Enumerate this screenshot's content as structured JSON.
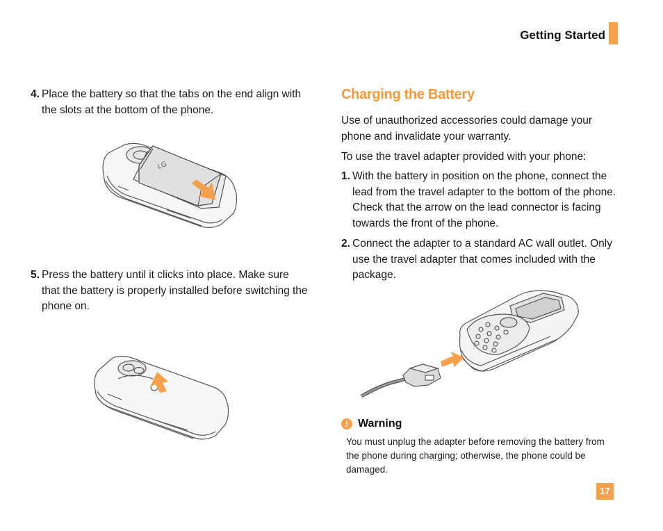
{
  "header": {
    "section": "Getting Started"
  },
  "left_column": {
    "step4_num": "4.",
    "step4_text": "Place the battery so that the tabs on the end align with the slots at the bottom of the phone.",
    "step5_num": "5.",
    "step5_text": "Press the battery until it clicks into place. Make sure that the battery is properly installed before switching the phone on.",
    "battery_logo": "LG"
  },
  "right_column": {
    "title": "Charging the Battery",
    "intro1": "Use of unauthorized accessories could damage your phone and invalidate your warranty.",
    "intro2": "To use the travel adapter provided with your phone:",
    "step1_num": "1.",
    "step1_text": "With the battery in position on the phone, connect the lead from the travel adapter to the bottom of the phone. Check that the arrow on the lead connector is facing towards the front of the phone.",
    "step2_num": "2.",
    "step2_text": "Connect the adapter to a standard AC wall outlet. Only use the travel adapter that comes included with the package."
  },
  "warning": {
    "icon": "exclamation-icon",
    "title": "Warning",
    "text": "You must unplug the adapter before removing the battery from the phone during charging; otherwise, the phone could be damaged."
  },
  "footer": {
    "page_number": "17"
  },
  "colors": {
    "accent": "#f5a04a",
    "title": "#f39a3c"
  }
}
